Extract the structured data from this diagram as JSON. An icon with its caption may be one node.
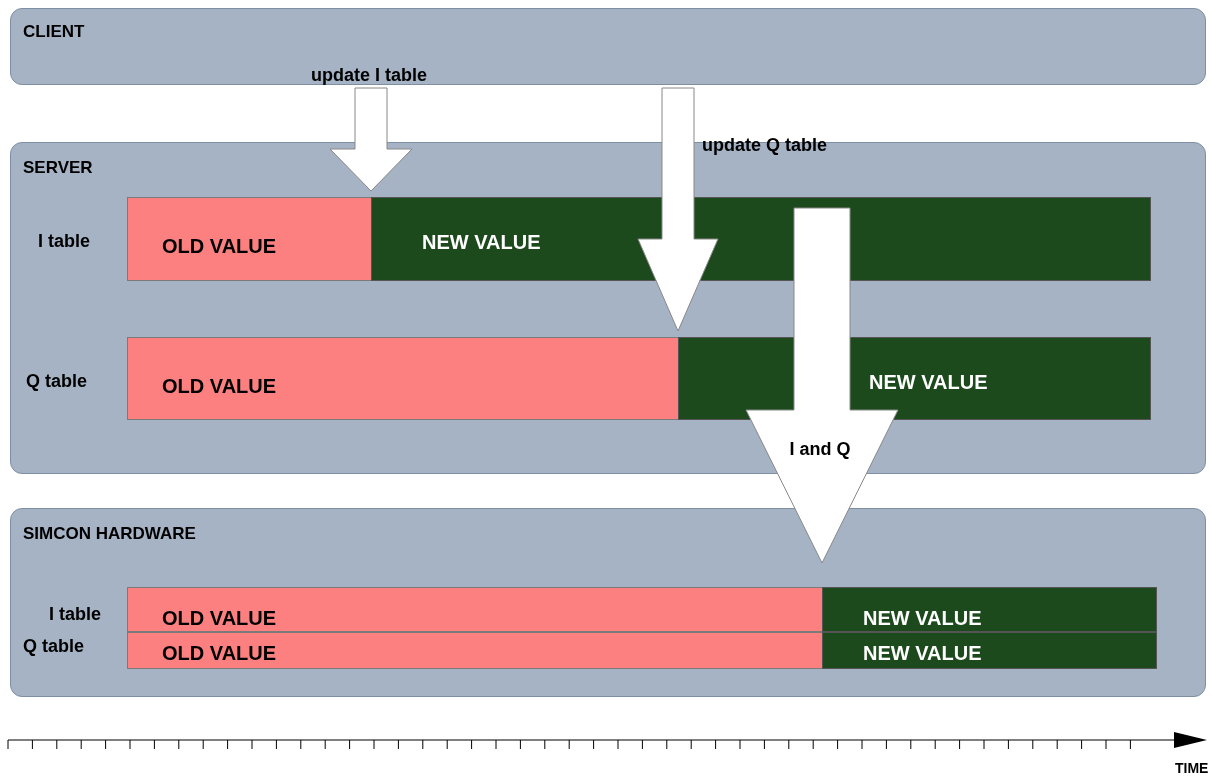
{
  "diagram": {
    "nodes": [
      {
        "text": [
          "CLIENT"
        ]
      },
      {
        "text": [
          "SERVER"
        ]
      },
      {
        "text": [
          "OLD VALUE"
        ],
        "in": 1,
        "beside": [
          "I table"
        ]
      },
      {
        "text": [
          "NEW VALUE"
        ],
        "in": 1
      },
      {
        "text": [
          "OLD VALUE"
        ],
        "in": 1,
        "beside": [
          "Q table"
        ]
      },
      {
        "text": [
          "NEW VALUE"
        ],
        "in": 1
      },
      {
        "text": [
          "SIMCON HARDWARE"
        ]
      },
      {
        "text": [
          "OLD VALUE"
        ],
        "in": 6,
        "beside": [
          "I table"
        ]
      },
      {
        "text": [
          "NEW VALUE"
        ],
        "in": 6
      },
      {
        "text": [
          "OLD VALUE"
        ],
        "in": 6,
        "beside": [
          "Q table"
        ]
      },
      {
        "text": [
          "NEW VALUE"
        ],
        "in": 6
      }
    ],
    "edges": [
      {
        "from": 0,
        "to": 3,
        "arrow": "to",
        "label": "update I table"
      },
      {
        "from": 0,
        "to": 5,
        "arrow": "to",
        "label": "update Q table"
      },
      {
        "from": 1,
        "to": 8,
        "arrow": "to",
        "label": "I and Q"
      }
    ],
    "labels": [
      "TIME"
    ]
  }
}
